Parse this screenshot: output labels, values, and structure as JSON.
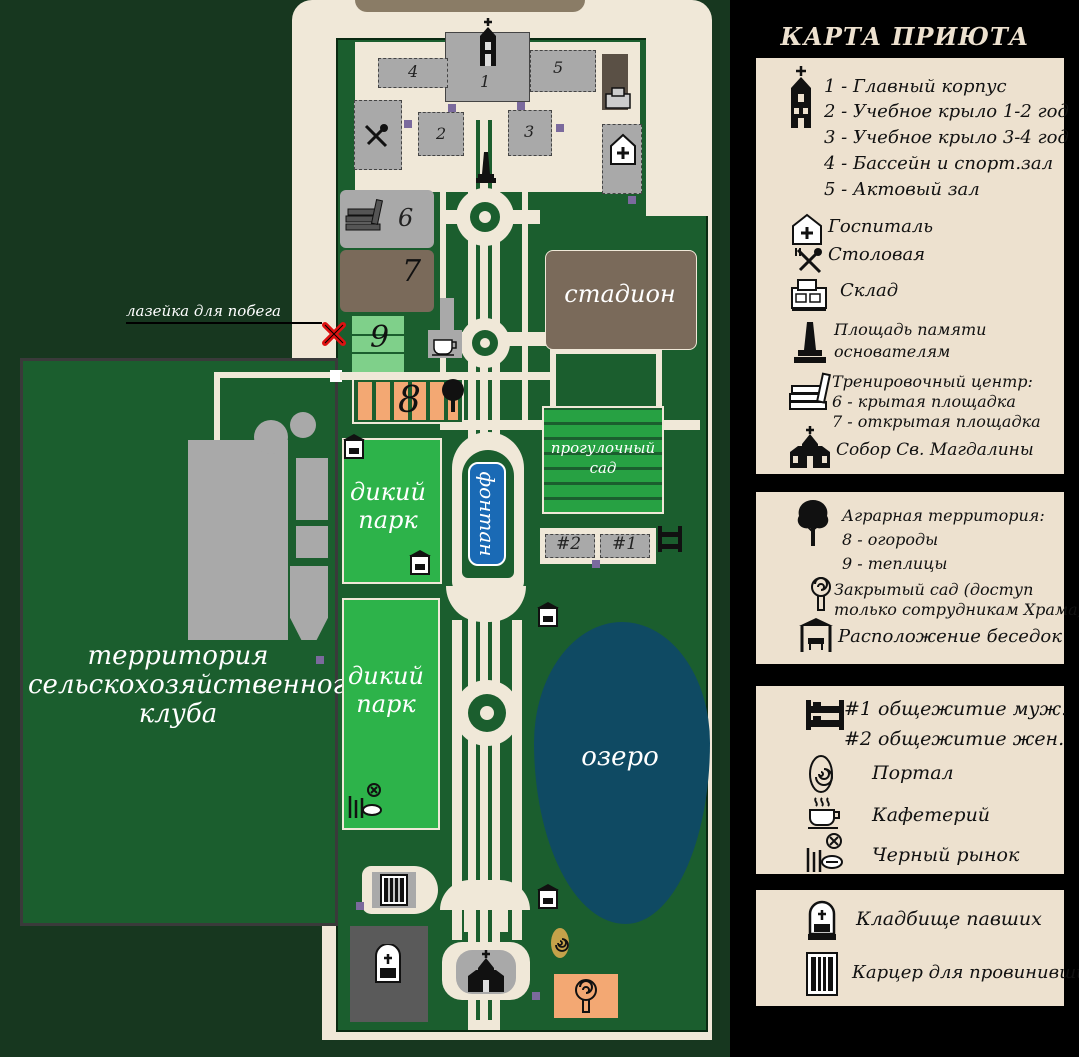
{
  "legend_title": "КАРТА ПРИЮТА",
  "colors": {
    "background": "#17371f",
    "grounds": "#1b5e2e",
    "path": "#f0e8d8",
    "legend_bg": "#ede1cf",
    "lake": "#0f4a63",
    "building": "#a9a9a9",
    "stadium": "#7a6a5a",
    "wild_park": "#2db34a",
    "fountain": "#1a6ab5"
  },
  "map": {
    "escape_label": "лазейка для побега",
    "stadium": "стадион",
    "walking_garden": "прогулочный сад",
    "wild_park_1": "дикий парк",
    "wild_park_2": "дикий парк",
    "fountain": "фонтан",
    "lake": "озеро",
    "agri_club": "территория сельскохозяйственного клуба",
    "n1": "1",
    "n2": "2",
    "n3": "3",
    "n4": "4",
    "n5": "5",
    "n6": "6",
    "n7": "7",
    "n8": "8",
    "n9": "9",
    "dorm1": "#1",
    "dorm2": "#2"
  },
  "legend": {
    "buildings": [
      "1 - Главный корпус",
      "2 - Учебное крыло 1-2 год",
      "3 - Учебное крыло 3-4 год",
      "4 -  Бассейн и спорт.зал",
      "5 - Актовый зал"
    ],
    "hospital": "Госпиталь",
    "canteen": "Столовая",
    "warehouse": "Склад",
    "founders_square_1": "Площадь памяти",
    "founders_square_2": "основателям",
    "training_1": "Тренировочный центр:",
    "training_2": "6 - крытая площадка",
    "training_3": "7 - открытая площадка",
    "cathedral": "Собор Св. Магдалины",
    "agrarian_1": "Аграрная территория:",
    "agrarian_2": "8 - огороды",
    "agrarian_3": "9 - теплицы",
    "closed_garden_1": "Закрытый сад (доступ",
    "closed_garden_2": "только сотрудникам Храма)",
    "gazebos": "Расположение беседок",
    "dorm_m": "#1 общежитие муж.",
    "dorm_f": "#2 общежитие жен.",
    "portal": "Портал",
    "cafeteria": "Кафетерий",
    "black_market": "Черный рынок",
    "cemetery": "Кладбище павших",
    "punishment_cell": "Карцер для провинившихся"
  }
}
